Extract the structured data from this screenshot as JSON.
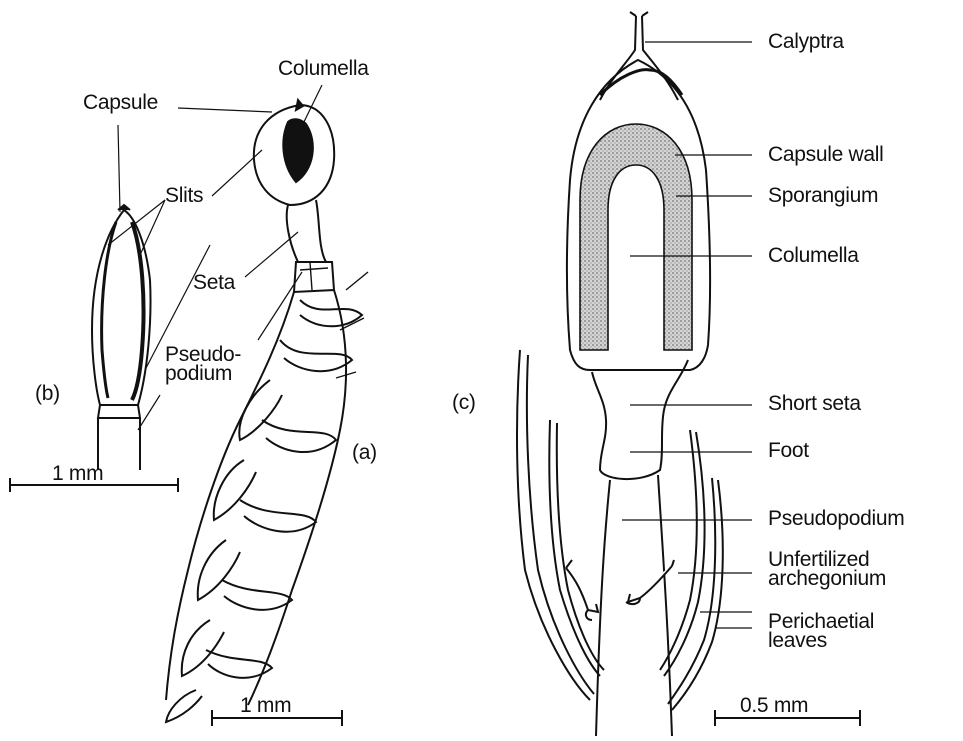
{
  "colors": {
    "ink": "#111111",
    "paper": "#ffffff",
    "stipple": "#b8b8b8"
  },
  "panel_a": {
    "tag": "(a)",
    "scale": "1 mm",
    "labels": {
      "columella": "Columella",
      "seta": "Seta",
      "pseudopodium": "Pseudo-\npodium"
    }
  },
  "panel_b": {
    "tag": "(b)",
    "scale": "1 mm",
    "labels": {
      "capsule": "Capsule",
      "slits": "Slits"
    }
  },
  "panel_c": {
    "tag": "(c)",
    "scale": "0.5 mm",
    "labels": {
      "calyptra": "Calyptra",
      "capsule_wall": "Capsule wall",
      "sporangium": "Sporangium",
      "columella": "Columella",
      "short_seta": "Short seta",
      "foot": "Foot",
      "pseudopodium": "Pseudopodium",
      "unfertilized_archegonium": "Unfertilized\narchegonium",
      "perichaetial_leaves": "Perichaetial\nleaves"
    }
  }
}
